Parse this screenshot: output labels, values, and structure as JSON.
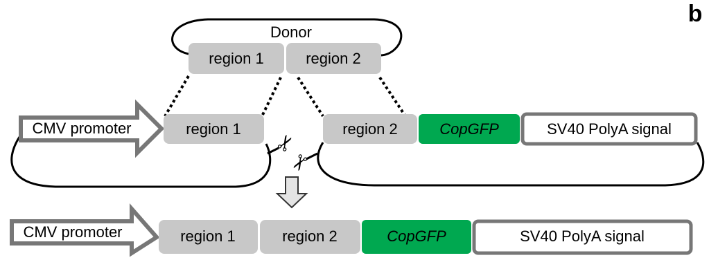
{
  "panel_label": "b",
  "donor": {
    "label": "Donor",
    "region1": "region 1",
    "region2": "region 2"
  },
  "vector": {
    "promoter": "CMV promoter",
    "region1": "region 1",
    "region2": "region 2",
    "reporter": "CopGFP",
    "terminator": "SV40 PolyA signal"
  },
  "result": {
    "promoter": "CMV promoter",
    "region1": "region 1",
    "region2": "region 2",
    "reporter": "CopGFP",
    "terminator": "SV40 PolyA signal"
  },
  "colors": {
    "region": "#c8c8c8",
    "gfp": "#00a850",
    "outline": "#777777"
  }
}
